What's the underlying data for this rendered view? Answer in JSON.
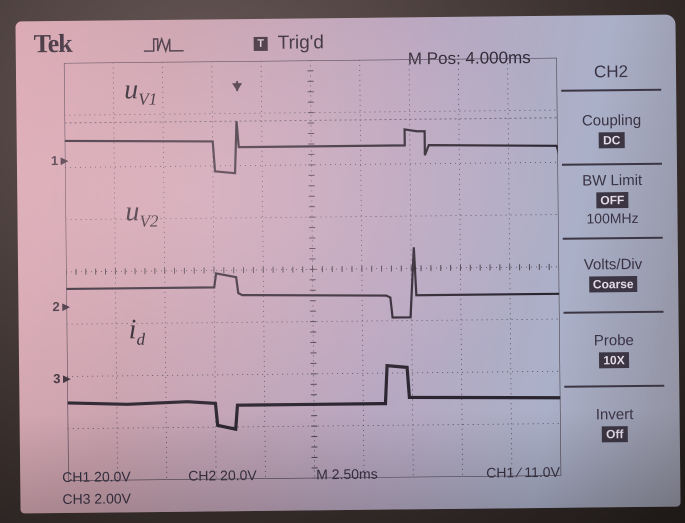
{
  "header": {
    "brand": "Tek",
    "trigger_indicator": "T",
    "trigger_status": "Trig'd",
    "m_pos": "M Pos: 4.000ms"
  },
  "menu": {
    "title": "CH2",
    "coupling": {
      "label": "Coupling",
      "value": "DC"
    },
    "bw_limit": {
      "label": "BW Limit",
      "value": "OFF",
      "sub": "100MHz"
    },
    "volts_div": {
      "label": "Volts/Div",
      "value": "Coarse"
    },
    "probe": {
      "label": "Probe",
      "value": "10X"
    },
    "invert": {
      "label": "Invert",
      "value": "Off"
    }
  },
  "channel_markers": {
    "ch1": "1",
    "ch2": "2",
    "ch3": "3"
  },
  "trace_labels": {
    "uv1": {
      "main": "u",
      "sub": "V1"
    },
    "uv2": {
      "main": "u",
      "sub": "V2"
    },
    "id": {
      "main": "i",
      "sub": "d"
    }
  },
  "status_bar": {
    "ch1_scale": "CH1  20.0V",
    "ch2_scale": "CH2  20.0V",
    "timebase": "M 2.50ms",
    "trigger": "CH1  ∕  11.0V",
    "ch3_scale": "CH3  2.00V"
  },
  "colors": {
    "trace": "#2a2530",
    "grid": "#4b4350"
  }
}
